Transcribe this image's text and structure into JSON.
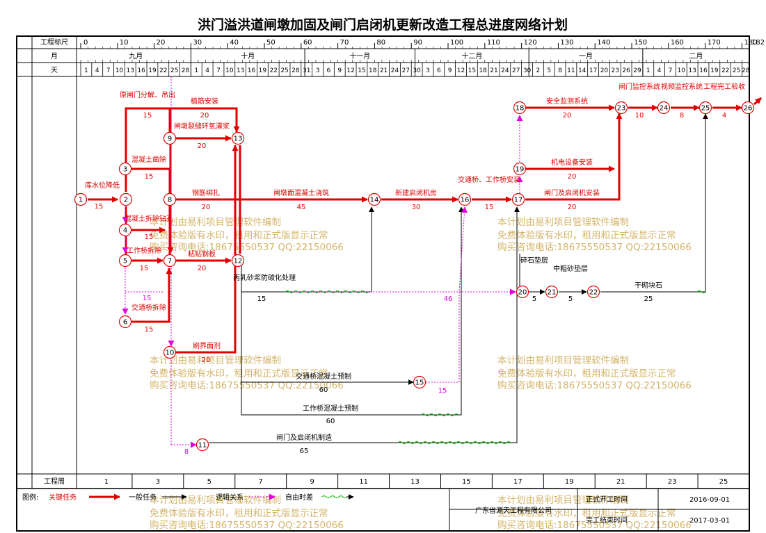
{
  "title": "洪门溢洪道闸墩加固及闸门启闭机更新改造工程总进度网络计划",
  "timescale": {
    "row_labels": {
      "scale": "工程标尺",
      "month": "月",
      "day": "天",
      "week": "工程周"
    },
    "scale_ticks": [
      0,
      10,
      20,
      30,
      40,
      50,
      60,
      70,
      80,
      90,
      100,
      110,
      120,
      130,
      140,
      150,
      160,
      170,
      180,
      182
    ],
    "months": [
      "九月",
      "十月",
      "十一月",
      "十二月",
      "一月",
      "二月"
    ],
    "days": [
      "1",
      "4",
      "7",
      "10",
      "13",
      "16",
      "19",
      "22",
      "25",
      "28",
      "1",
      "4",
      "7",
      "10",
      "13",
      "16",
      "19",
      "22",
      "25",
      "28",
      "31",
      "3",
      "6",
      "9",
      "12",
      "15",
      "18",
      "21",
      "24",
      "27",
      "30",
      "3",
      "6",
      "9",
      "12",
      "15",
      "18",
      "21",
      "24",
      "27",
      "30",
      "2",
      "5",
      "8",
      "11",
      "14",
      "17",
      "20",
      "23",
      "26",
      "29",
      "1",
      "4",
      "7",
      "10",
      "13",
      "16",
      "19",
      "22",
      "25",
      "28"
    ],
    "weeks": [
      "1",
      "3",
      "5",
      "7",
      "9",
      "11",
      "13",
      "15",
      "17",
      "19",
      "21",
      "23",
      "25"
    ]
  },
  "activities": [
    {
      "label": "库水位降低",
      "duration": "15"
    },
    {
      "label": "原闸门分解、吊出",
      "duration": "15"
    },
    {
      "label": "混凝土凿除",
      "duration": "15"
    },
    {
      "label": "混凝土拆除钻孔",
      "duration": "15"
    },
    {
      "label": "工作桥拆除",
      "duration": "15"
    },
    {
      "label": "交通桥拆除",
      "duration": "15"
    },
    {
      "label": "植筋安装",
      "duration": "20"
    },
    {
      "label": "闸墩裂缝环氧灌浆",
      "duration": "20"
    },
    {
      "label": "钢筋绑扎",
      "duration": "20"
    },
    {
      "label": "粘贴钢板",
      "duration": "20"
    },
    {
      "label": "刷界面剂",
      "duration": "20"
    },
    {
      "label": "闸墩面混凝土浇筑",
      "duration": "45"
    },
    {
      "label": "新建启闭机房",
      "duration": "30"
    },
    {
      "label": "交通桥、工作桥安装",
      "duration": "15"
    },
    {
      "label": "安全监测系统",
      "duration": "20"
    },
    {
      "label": "机电设备安装",
      "duration": "20"
    },
    {
      "label": "闸门及启闭机安装",
      "duration": "20"
    },
    {
      "label": "闸门监控系统",
      "duration": "10"
    },
    {
      "label": "视频监控系统",
      "duration": "8"
    },
    {
      "label": "工程完工验收",
      "duration": "4"
    },
    {
      "label": "丙乳砂浆防碳化处理",
      "duration": "15"
    },
    {
      "label": "碎石垫层",
      "duration": "5"
    },
    {
      "label": "中粗砂垫层",
      "duration": "5"
    },
    {
      "label": "干砌块石",
      "duration": "25"
    },
    {
      "label": "交通桥混凝土预制",
      "duration": "60"
    },
    {
      "label": "工作桥混凝土预制",
      "duration": "60"
    },
    {
      "label": "闸门及启闭机制造",
      "duration": "65"
    }
  ],
  "free_durations": [
    "15",
    "46",
    "15",
    "8"
  ],
  "nodes": [
    "1",
    "2",
    "3",
    "4",
    "5",
    "6",
    "7",
    "8",
    "9",
    "10",
    "11",
    "12",
    "13",
    "14",
    "15",
    "16",
    "17",
    "18",
    "19",
    "20",
    "21",
    "22",
    "23",
    "24",
    "25",
    "26"
  ],
  "watermark": {
    "line1": "本计划由易利项目管理软件编制",
    "line2": "免费体验版有水印，租用和正式版显示正常",
    "line3": "购买咨询电话:18675550537 QQ:22150066"
  },
  "legend": {
    "prefix": "图例:",
    "critical": "关键任务",
    "normal": "一般任务",
    "logic": "逻辑关系",
    "free_float": "自由时差"
  },
  "footer": {
    "company": "广东省源天工程有限公司",
    "start_label": "正式开工时间",
    "start_date": "2016-09-01",
    "end_label": "完工结束时间",
    "end_date": "2017-03-01"
  },
  "colors": {
    "critical": "#e00000",
    "logic": "#e000e0",
    "free_float": "#20c020",
    "watermark": "#c8a040"
  }
}
